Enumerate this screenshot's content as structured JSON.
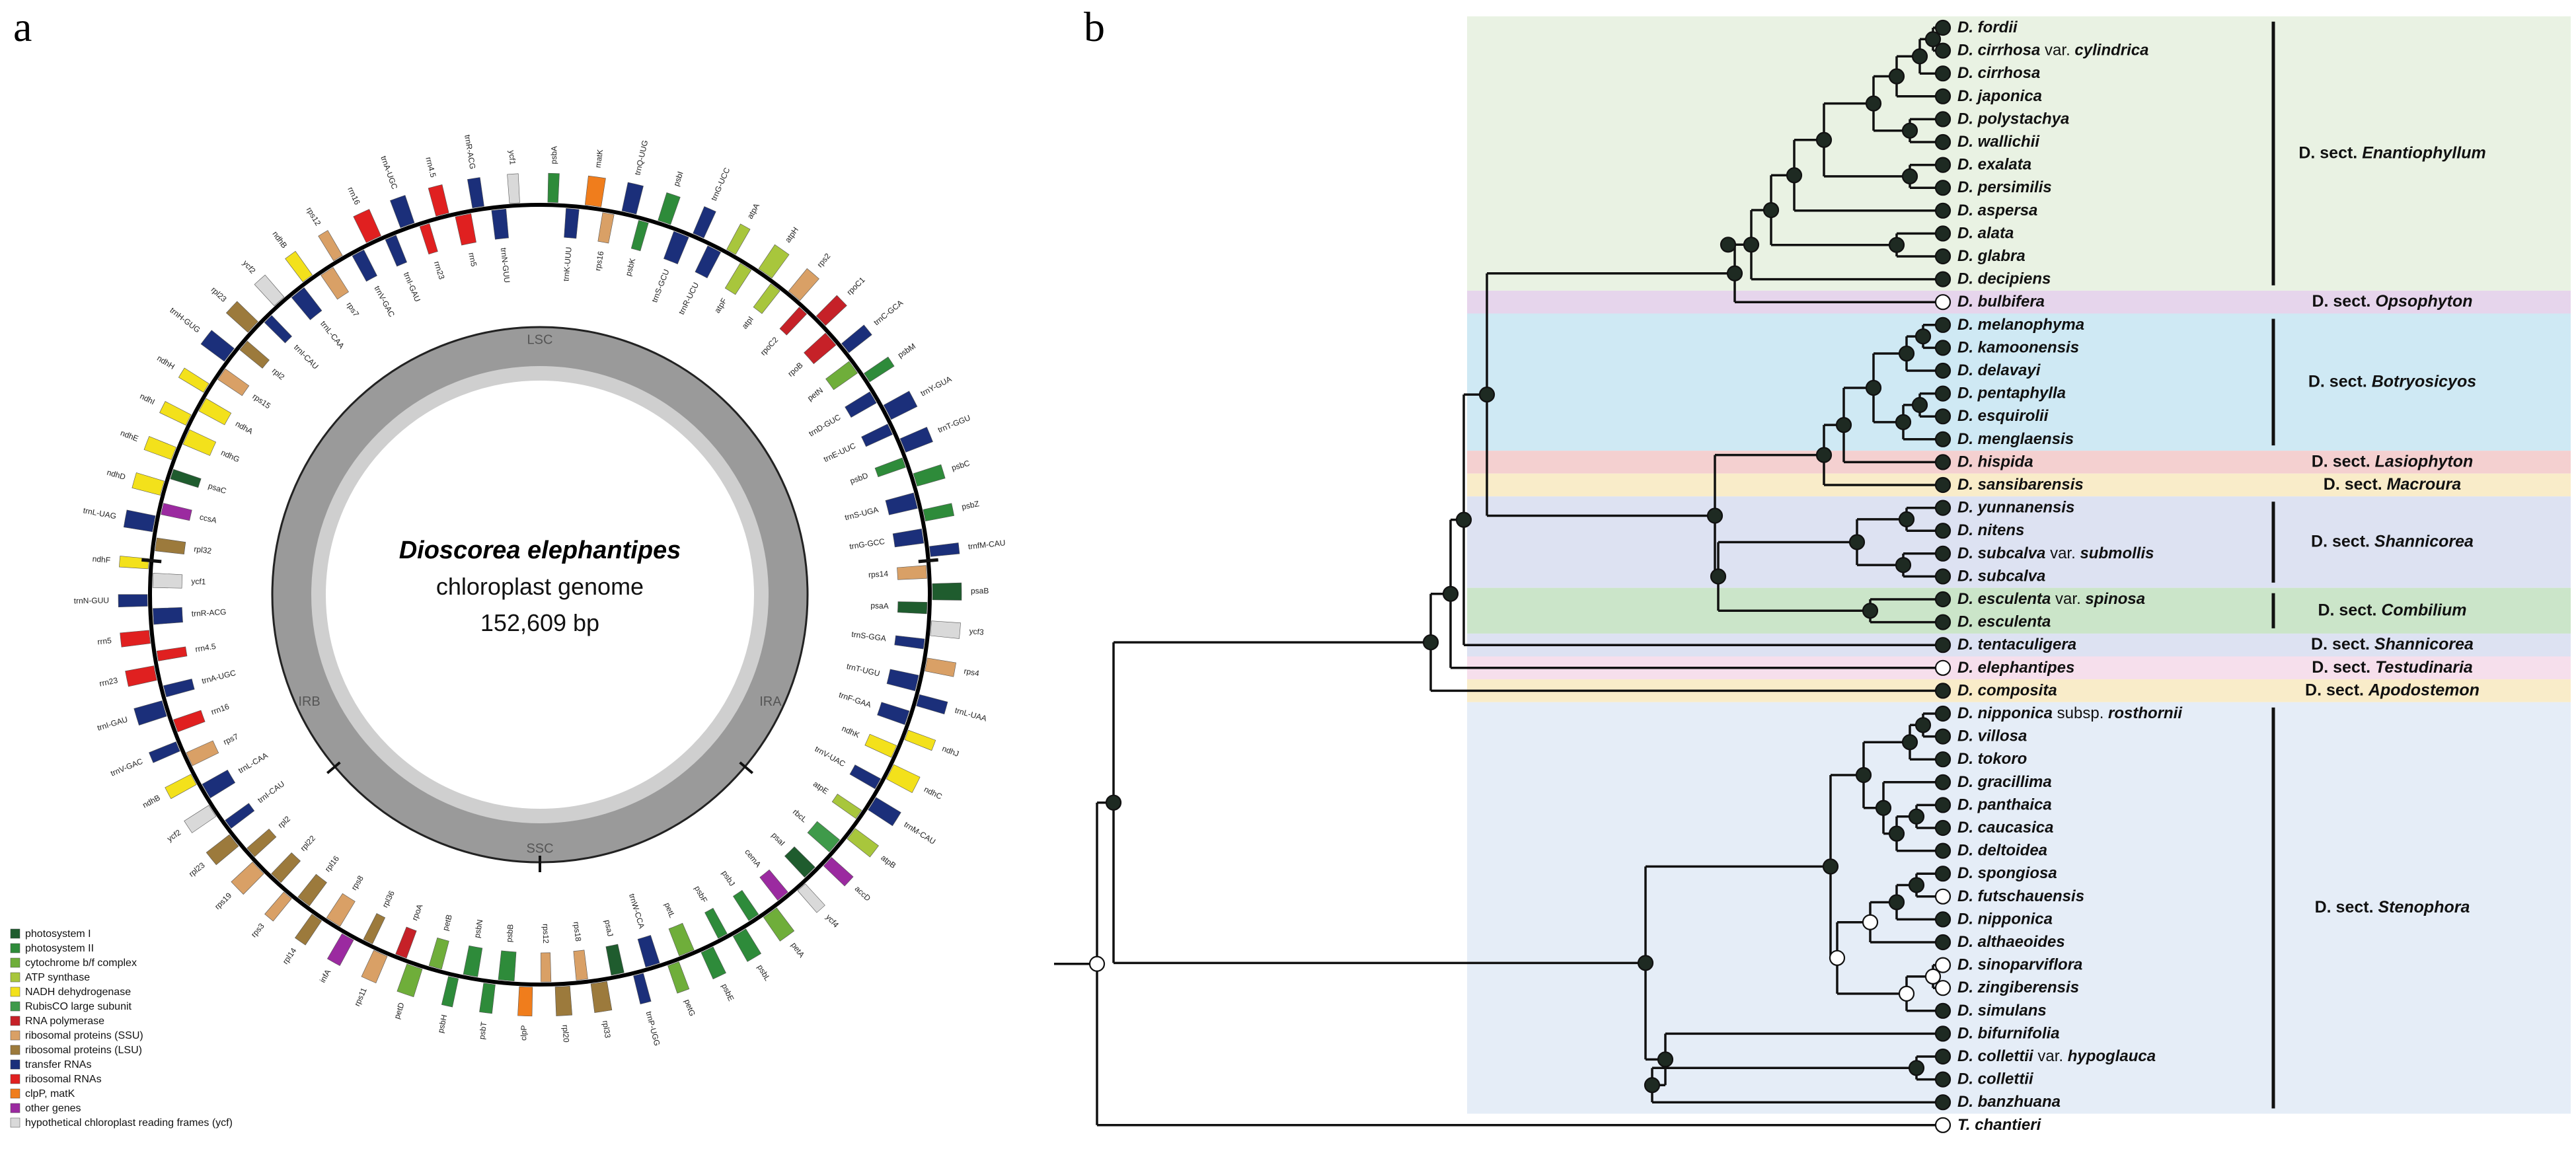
{
  "panel_a": {
    "label": "a",
    "title": "Dioscorea elephantipes",
    "subtitle": "chloroplast genome",
    "size": "152,609 bp",
    "regions": [
      "LSC",
      "IRA",
      "SSC",
      "IRB"
    ],
    "legend": [
      {
        "label": "photosystem I",
        "color": "#1f5c2e"
      },
      {
        "label": "photosystem II",
        "color": "#2e8b3a"
      },
      {
        "label": "cytochrome b/f complex",
        "color": "#6fae3a"
      },
      {
        "label": "ATP synthase",
        "color": "#a8c63c"
      },
      {
        "label": "NADH dehydrogenase",
        "color": "#f3e11b"
      },
      {
        "label": "RubisCO large subunit",
        "color": "#3f9a4a"
      },
      {
        "label": "RNA polymerase",
        "color": "#c62128"
      },
      {
        "label": "ribosomal proteins (SSU)",
        "color": "#d9a066"
      },
      {
        "label": "ribosomal proteins (LSU)",
        "color": "#9c7a3c"
      },
      {
        "label": "transfer RNAs",
        "color": "#1b2f7a"
      },
      {
        "label": "ribosomal RNAs",
        "color": "#e02020"
      },
      {
        "label": "clpP, matK",
        "color": "#f07d1c"
      },
      {
        "label": "other genes",
        "color": "#9b2aa0"
      },
      {
        "label": "hypothetical chloroplast reading frames (ycf)",
        "color": "#d9d9d9"
      }
    ],
    "genes": [
      {
        "name": "psbA",
        "color": "#2e8b3a"
      },
      {
        "name": "trnK-UUU",
        "color": "#1b2f7a"
      },
      {
        "name": "matK",
        "color": "#f07d1c"
      },
      {
        "name": "rps16",
        "color": "#d9a066"
      },
      {
        "name": "trnQ-UUG",
        "color": "#1b2f7a"
      },
      {
        "name": "psbK",
        "color": "#2e8b3a"
      },
      {
        "name": "psbI",
        "color": "#2e8b3a"
      },
      {
        "name": "trnS-GCU",
        "color": "#1b2f7a"
      },
      {
        "name": "trnG-UCC",
        "color": "#1b2f7a"
      },
      {
        "name": "trnR-UCU",
        "color": "#1b2f7a"
      },
      {
        "name": "atpA",
        "color": "#a8c63c"
      },
      {
        "name": "atpF",
        "color": "#a8c63c"
      },
      {
        "name": "atpH",
        "color": "#a8c63c"
      },
      {
        "name": "atpI",
        "color": "#a8c63c"
      },
      {
        "name": "rps2",
        "color": "#d9a066"
      },
      {
        "name": "rpoC2",
        "color": "#c62128"
      },
      {
        "name": "rpoC1",
        "color": "#c62128"
      },
      {
        "name": "rpoB",
        "color": "#c62128"
      },
      {
        "name": "trnC-GCA",
        "color": "#1b2f7a"
      },
      {
        "name": "petN",
        "color": "#6fae3a"
      },
      {
        "name": "psbM",
        "color": "#2e8b3a"
      },
      {
        "name": "trnD-GUC",
        "color": "#1b2f7a"
      },
      {
        "name": "trnY-GUA",
        "color": "#1b2f7a"
      },
      {
        "name": "trnE-UUC",
        "color": "#1b2f7a"
      },
      {
        "name": "trnT-GGU",
        "color": "#1b2f7a"
      },
      {
        "name": "psbD",
        "color": "#2e8b3a"
      },
      {
        "name": "psbC",
        "color": "#2e8b3a"
      },
      {
        "name": "trnS-UGA",
        "color": "#1b2f7a"
      },
      {
        "name": "psbZ",
        "color": "#2e8b3a"
      },
      {
        "name": "trnG-GCC",
        "color": "#1b2f7a"
      },
      {
        "name": "trnfM-CAU",
        "color": "#1b2f7a"
      },
      {
        "name": "rps14",
        "color": "#d9a066"
      },
      {
        "name": "psaB",
        "color": "#1f5c2e"
      },
      {
        "name": "psaA",
        "color": "#1f5c2e"
      },
      {
        "name": "ycf3",
        "color": "#d9d9d9"
      },
      {
        "name": "trnS-GGA",
        "color": "#1b2f7a"
      },
      {
        "name": "rps4",
        "color": "#d9a066"
      },
      {
        "name": "trnT-UGU",
        "color": "#1b2f7a"
      },
      {
        "name": "trnL-UAA",
        "color": "#1b2f7a"
      },
      {
        "name": "trnF-GAA",
        "color": "#1b2f7a"
      },
      {
        "name": "ndhJ",
        "color": "#f3e11b"
      },
      {
        "name": "ndhK",
        "color": "#f3e11b"
      },
      {
        "name": "ndhC",
        "color": "#f3e11b"
      },
      {
        "name": "trnV-UAC",
        "color": "#1b2f7a"
      },
      {
        "name": "trnM-CAU",
        "color": "#1b2f7a"
      },
      {
        "name": "atpE",
        "color": "#a8c63c"
      },
      {
        "name": "atpB",
        "color": "#a8c63c"
      },
      {
        "name": "rbcL",
        "color": "#3f9a4a"
      },
      {
        "name": "accD",
        "color": "#9b2aa0"
      },
      {
        "name": "psaI",
        "color": "#1f5c2e"
      },
      {
        "name": "ycf4",
        "color": "#d9d9d9"
      },
      {
        "name": "cemA",
        "color": "#9b2aa0"
      },
      {
        "name": "petA",
        "color": "#6fae3a"
      },
      {
        "name": "psbJ",
        "color": "#2e8b3a"
      },
      {
        "name": "psbL",
        "color": "#2e8b3a"
      },
      {
        "name": "psbF",
        "color": "#2e8b3a"
      },
      {
        "name": "psbE",
        "color": "#2e8b3a"
      },
      {
        "name": "petL",
        "color": "#6fae3a"
      },
      {
        "name": "petG",
        "color": "#6fae3a"
      },
      {
        "name": "trnW-CCA",
        "color": "#1b2f7a"
      },
      {
        "name": "trnP-UGG",
        "color": "#1b2f7a"
      },
      {
        "name": "psaJ",
        "color": "#1f5c2e"
      },
      {
        "name": "rpl33",
        "color": "#9c7a3c"
      },
      {
        "name": "rps18",
        "color": "#d9a066"
      },
      {
        "name": "rpl20",
        "color": "#9c7a3c"
      },
      {
        "name": "rps12",
        "color": "#d9a066"
      },
      {
        "name": "clpP",
        "color": "#f07d1c"
      },
      {
        "name": "psbB",
        "color": "#2e8b3a"
      },
      {
        "name": "psbT",
        "color": "#2e8b3a"
      },
      {
        "name": "psbN",
        "color": "#2e8b3a"
      },
      {
        "name": "psbH",
        "color": "#2e8b3a"
      },
      {
        "name": "petB",
        "color": "#6fae3a"
      },
      {
        "name": "petD",
        "color": "#6fae3a"
      },
      {
        "name": "rpoA",
        "color": "#c62128"
      },
      {
        "name": "rps11",
        "color": "#d9a066"
      },
      {
        "name": "rpl36",
        "color": "#9c7a3c"
      },
      {
        "name": "infA",
        "color": "#9b2aa0"
      },
      {
        "name": "rps8",
        "color": "#d9a066"
      },
      {
        "name": "rpl14",
        "color": "#9c7a3c"
      },
      {
        "name": "rpl16",
        "color": "#9c7a3c"
      },
      {
        "name": "rps3",
        "color": "#d9a066"
      },
      {
        "name": "rpl22",
        "color": "#9c7a3c"
      },
      {
        "name": "rps19",
        "color": "#d9a066"
      },
      {
        "name": "rpl2",
        "color": "#9c7a3c"
      },
      {
        "name": "rpl23",
        "color": "#9c7a3c"
      },
      {
        "name": "trnI-CAU",
        "color": "#1b2f7a"
      },
      {
        "name": "ycf2",
        "color": "#d9d9d9"
      },
      {
        "name": "trnL-CAA",
        "color": "#1b2f7a"
      },
      {
        "name": "ndhB",
        "color": "#f3e11b"
      },
      {
        "name": "rps7",
        "color": "#d9a066"
      },
      {
        "name": "trnV-GAC",
        "color": "#1b2f7a"
      },
      {
        "name": "rrn16",
        "color": "#e02020"
      },
      {
        "name": "trnI-GAU",
        "color": "#1b2f7a"
      },
      {
        "name": "trnA-UGC",
        "color": "#1b2f7a"
      },
      {
        "name": "rrn23",
        "color": "#e02020"
      },
      {
        "name": "rrn4.5",
        "color": "#e02020"
      },
      {
        "name": "rrn5",
        "color": "#e02020"
      },
      {
        "name": "trnR-ACG",
        "color": "#1b2f7a"
      },
      {
        "name": "trnN-GUU",
        "color": "#1b2f7a"
      },
      {
        "name": "ycf1",
        "color": "#d9d9d9"
      },
      {
        "name": "ndhF",
        "color": "#f3e11b"
      },
      {
        "name": "rpl32",
        "color": "#9c7a3c"
      },
      {
        "name": "trnL-UAG",
        "color": "#1b2f7a"
      },
      {
        "name": "ccsA",
        "color": "#9b2aa0"
      },
      {
        "name": "ndhD",
        "color": "#f3e11b"
      },
      {
        "name": "psaC",
        "color": "#1f5c2e"
      },
      {
        "name": "ndhE",
        "color": "#f3e11b"
      },
      {
        "name": "ndhG",
        "color": "#f3e11b"
      },
      {
        "name": "ndhI",
        "color": "#f3e11b"
      },
      {
        "name": "ndhA",
        "color": "#f3e11b"
      },
      {
        "name": "ndhH",
        "color": "#f3e11b"
      },
      {
        "name": "rps15",
        "color": "#d9a066"
      },
      {
        "name": "trnH-GUG",
        "color": "#1b2f7a"
      },
      {
        "name": "rpl2",
        "color": "#9c7a3c"
      },
      {
        "name": "rpl23",
        "color": "#9c7a3c"
      },
      {
        "name": "trnI-CAU",
        "color": "#1b2f7a"
      },
      {
        "name": "ycf2",
        "color": "#d9d9d9"
      },
      {
        "name": "trnL-CAA",
        "color": "#1b2f7a"
      },
      {
        "name": "ndhB",
        "color": "#f3e11b"
      },
      {
        "name": "rps7",
        "color": "#d9a066"
      },
      {
        "name": "rps12",
        "color": "#d9a066"
      },
      {
        "name": "trnV-GAC",
        "color": "#1b2f7a"
      },
      {
        "name": "rrn16",
        "color": "#e02020"
      },
      {
        "name": "trnI-GAU",
        "color": "#1b2f7a"
      },
      {
        "name": "trnA-UGC",
        "color": "#1b2f7a"
      },
      {
        "name": "rrn23",
        "color": "#e02020"
      },
      {
        "name": "rrn4.5",
        "color": "#e02020"
      },
      {
        "name": "rrn5",
        "color": "#e02020"
      },
      {
        "name": "trnR-ACG",
        "color": "#1b2f7a"
      },
      {
        "name": "trnN-GUU",
        "color": "#1b2f7a"
      },
      {
        "name": "ycf1",
        "color": "#d9d9d9"
      }
    ]
  },
  "panel_b": {
    "label": "b",
    "prefix": "D. ",
    "taxa": [
      {
        "name": "fordii",
        "epithet_extra": "",
        "node": "dark"
      },
      {
        "name": "cirrhosa",
        "epithet_extra": " var. cylindrica",
        "node": "dark"
      },
      {
        "name": "cirrhosa",
        "epithet_extra": "",
        "node": "dark"
      },
      {
        "name": "japonica",
        "epithet_extra": "",
        "node": "dark"
      },
      {
        "name": "polystachya",
        "epithet_extra": "",
        "node": "dark"
      },
      {
        "name": "wallichii",
        "epithet_extra": "",
        "node": "dark"
      },
      {
        "name": "exalata",
        "epithet_extra": "",
        "node": "dark"
      },
      {
        "name": "persimilis",
        "epithet_extra": "",
        "node": "dark"
      },
      {
        "name": "aspersa",
        "epithet_extra": "",
        "node": "dark"
      },
      {
        "name": "alata",
        "epithet_extra": "",
        "node": "dark"
      },
      {
        "name": "glabra",
        "epithet_extra": "",
        "node": "dark"
      },
      {
        "name": "decipiens",
        "epithet_extra": "",
        "node": "dark"
      },
      {
        "name": "bulbifera",
        "epithet_extra": "",
        "node": "open"
      },
      {
        "name": "melanophyma",
        "epithet_extra": "",
        "node": "dark"
      },
      {
        "name": "kamoonensis",
        "epithet_extra": "",
        "node": "dark"
      },
      {
        "name": "delavayi",
        "epithet_extra": "",
        "node": "dark"
      },
      {
        "name": "pentaphylla",
        "epithet_extra": "",
        "node": "dark"
      },
      {
        "name": "esquirolii",
        "epithet_extra": "",
        "node": "dark"
      },
      {
        "name": "menglaensis",
        "epithet_extra": "",
        "node": "dark"
      },
      {
        "name": "hispida",
        "epithet_extra": "",
        "node": "dark"
      },
      {
        "name": "sansibarensis",
        "epithet_extra": "",
        "node": "dark"
      },
      {
        "name": "yunnanensis",
        "epithet_extra": "",
        "node": "dark"
      },
      {
        "name": "nitens",
        "epithet_extra": "",
        "node": "dark"
      },
      {
        "name": "subcalva",
        "epithet_extra": " var. submollis",
        "node": "dark"
      },
      {
        "name": "subcalva",
        "epithet_extra": "",
        "node": "dark"
      },
      {
        "name": "esculenta",
        "epithet_extra": " var. spinosa",
        "node": "dark"
      },
      {
        "name": "esculenta",
        "epithet_extra": "",
        "node": "dark"
      },
      {
        "name": "tentaculigera",
        "epithet_extra": "",
        "node": "dark"
      },
      {
        "name": "elephantipes",
        "epithet_extra": "",
        "node": "open"
      },
      {
        "name": "composita",
        "epithet_extra": "",
        "node": "dark"
      },
      {
        "name": "nipponica",
        "epithet_extra": " subsp. rosthornii",
        "node": "dark"
      },
      {
        "name": "villosa",
        "epithet_extra": "",
        "node": "dark"
      },
      {
        "name": "tokoro",
        "epithet_extra": "",
        "node": "dark"
      },
      {
        "name": "gracillima",
        "epithet_extra": "",
        "node": "dark"
      },
      {
        "name": "panthaica",
        "epithet_extra": "",
        "node": "dark"
      },
      {
        "name": "caucasica",
        "epithet_extra": "",
        "node": "dark"
      },
      {
        "name": "deltoidea",
        "epithet_extra": "",
        "node": "dark"
      },
      {
        "name": "spongiosa",
        "epithet_extra": "",
        "node": "dark"
      },
      {
        "name": "futschauensis",
        "epithet_extra": "",
        "node": "open"
      },
      {
        "name": "nipponica",
        "epithet_extra": "",
        "node": "dark"
      },
      {
        "name": "althaeoides",
        "epithet_extra": "",
        "node": "dark"
      },
      {
        "name": "sinoparviflora",
        "epithet_extra": "",
        "node": "open"
      },
      {
        "name": "zingiberensis",
        "epithet_extra": "",
        "node": "open"
      },
      {
        "name": "simulans",
        "epithet_extra": "",
        "node": "dark"
      },
      {
        "name": "bifurnifolia",
        "epithet_extra": "",
        "node": "dark"
      },
      {
        "name": "collettii",
        "epithet_extra": " var. hypoglauca",
        "node": "dark"
      },
      {
        "name": "collettii",
        "epithet_extra": "",
        "node": "dark"
      },
      {
        "name": "banzhuana",
        "epithet_extra": "",
        "node": "dark"
      },
      {
        "name": "chantieri",
        "epithet_extra": "",
        "node": "open",
        "prefix": "T. "
      }
    ],
    "sections": [
      {
        "prefix": "D. sect. ",
        "name": "Enantiophyllum",
        "from": 0,
        "to": 11,
        "color": "#e9f2e3",
        "bar": true
      },
      {
        "prefix": "D. sect. ",
        "name": "Opsophyton",
        "from": 12,
        "to": 12,
        "color": "#e6d5ec",
        "bar": false
      },
      {
        "prefix": "D. sect. ",
        "name": "Botryosicyos",
        "from": 13,
        "to": 18,
        "color": "#cfe9f4",
        "bar": true
      },
      {
        "prefix": "D. sect. ",
        "name": "Lasiophyton",
        "from": 19,
        "to": 19,
        "color": "#f4d0d0",
        "bar": false
      },
      {
        "prefix": "D. sect. ",
        "name": "Macroura",
        "from": 20,
        "to": 20,
        "color": "#f9ecc9",
        "bar": false
      },
      {
        "prefix": "D. sect. ",
        "name": "Shannicorea",
        "from": 21,
        "to": 24,
        "color": "#dde2f2",
        "bar": true
      },
      {
        "prefix": "D. sect. ",
        "name": "Combilium",
        "from": 25,
        "to": 26,
        "color": "#cbe5c9",
        "bar": true
      },
      {
        "prefix": "D. sect. ",
        "name": "Shannicorea",
        "from": 27,
        "to": 27,
        "color": "#dde2f2",
        "bar": false
      },
      {
        "prefix": "D. sect. ",
        "name": "Testudinaria",
        "from": 28,
        "to": 28,
        "color": "#f6dfec",
        "bar": false
      },
      {
        "prefix": "D. sect. ",
        "name": "Apodostemon",
        "from": 29,
        "to": 29,
        "color": "#f9ecc9",
        "bar": false
      },
      {
        "prefix": "D. sect. ",
        "name": "Stenophora",
        "from": 30,
        "to": 47,
        "color": "#e5edf7",
        "bar": true
      }
    ]
  }
}
